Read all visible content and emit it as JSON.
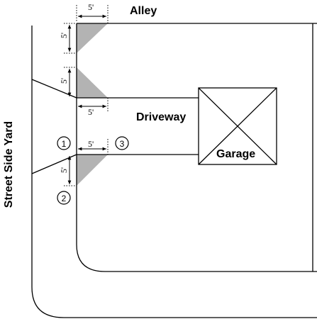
{
  "labels": {
    "alley": "Alley",
    "driveway": "Driveway",
    "garage": "Garage",
    "street_side_yard": "Street Side Yard"
  },
  "dimensions": {
    "top_horizontal": "5'",
    "top_vertical": "5'",
    "middle_vertical": "5'",
    "driveway_top_horizontal": "5'",
    "driveway_bottom_horizontal": "5'",
    "bottom_vertical": "5'"
  },
  "markers": {
    "m1": "1",
    "m2": "2",
    "m3": "3"
  },
  "colors": {
    "line": "#000000",
    "triangle_fill": "#b3b3b3",
    "background": "#ffffff"
  }
}
